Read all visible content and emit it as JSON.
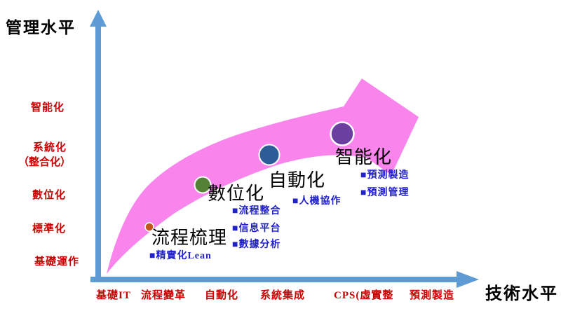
{
  "colors": {
    "axis": "#5E9AD3",
    "band": "#F984EC",
    "red_label": "#C80000",
    "blue_item": "#2222CC",
    "stage_text": "#000000"
  },
  "y_axis": {
    "title": "管理水平",
    "labels": [
      "智能化",
      "系統化",
      "（整合化）",
      "數位化",
      "標準化",
      "基礎運作"
    ]
  },
  "x_axis": {
    "title": "技術水平",
    "labels": [
      "基礎IT",
      "流程變革",
      "自動化",
      "系統集成",
      "CPS(虛實整",
      "預測製造"
    ]
  },
  "stages": [
    {
      "label": "流程梳理",
      "dot_color": "#C0571A",
      "items": [
        "■精實化Lean"
      ]
    },
    {
      "label": "數位化",
      "dot_color": "#538135",
      "items": [
        "■流程整合",
        "■信息平台",
        "■數據分析"
      ]
    },
    {
      "label": "自動化",
      "dot_color": "#2E5C96",
      "items": [
        "■人機協作"
      ]
    },
    {
      "label": "智能化",
      "dot_color": "#6B3FA0",
      "items": [
        "■預測製造",
        "■預測管理"
      ]
    }
  ]
}
